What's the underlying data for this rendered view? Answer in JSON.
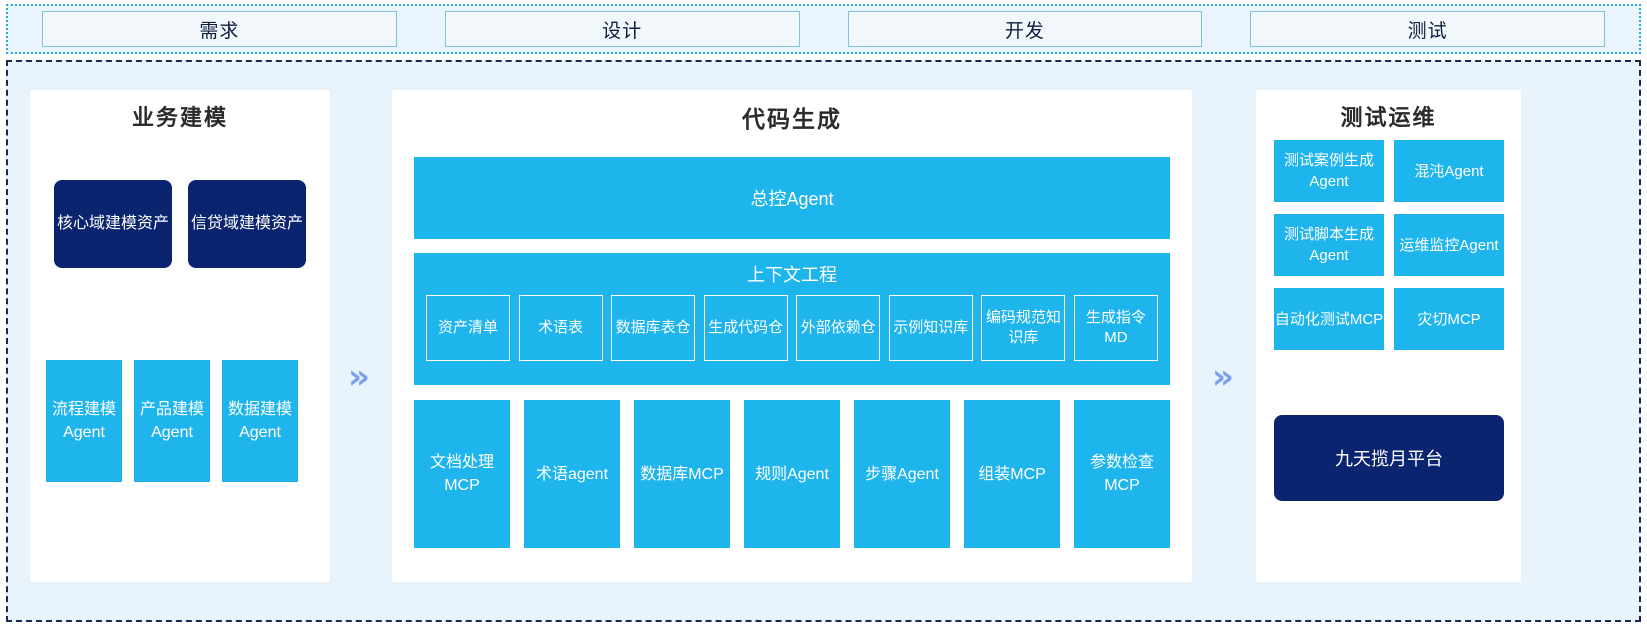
{
  "phases": [
    {
      "label": "需求"
    },
    {
      "label": "设计"
    },
    {
      "label": "开发"
    },
    {
      "label": "测试"
    }
  ],
  "arrows": {
    "glyph": "»",
    "color": "#7b9ff0"
  },
  "colors": {
    "accent_cyan": "#1eb4ec",
    "deep_navy": "#0b2470",
    "page_background": "#e8f3fc",
    "panel_background": "#ffffff",
    "phase_border": "#7fc2dd",
    "arrow_blue": "#7b9ff0"
  },
  "left_panel": {
    "title": "业务建模",
    "assets": [
      {
        "label": "核心域建模资产"
      },
      {
        "label": "信贷域建模资产"
      }
    ],
    "agents": [
      {
        "label": "流程建模Agent"
      },
      {
        "label": "产品建模Agent"
      },
      {
        "label": "数据建模Agent"
      }
    ]
  },
  "center_panel": {
    "title": "代码生成",
    "control_agent": "总控Agent",
    "context": {
      "title": "上下文工程",
      "items": [
        {
          "label": "资产清单"
        },
        {
          "label": "术语表"
        },
        {
          "label": "数据库表仓"
        },
        {
          "label": "生成代码仓"
        },
        {
          "label": "外部依赖仓"
        },
        {
          "label": "示例知识库"
        },
        {
          "label": "编码规范知识库"
        },
        {
          "label": "生成指令MD"
        }
      ]
    },
    "mcp_items": [
      {
        "label": "文档处理MCP"
      },
      {
        "label": "术语agent"
      },
      {
        "label": "数据库MCP"
      },
      {
        "label": "规则Agent"
      },
      {
        "label": "步骤Agent"
      },
      {
        "label": "组装MCP"
      },
      {
        "label": "参数检查MCP"
      }
    ]
  },
  "right_panel": {
    "title": "测试运维",
    "boxes": [
      {
        "label": "测试案例生成Agent"
      },
      {
        "label": "混沌Agent"
      },
      {
        "label": "测试脚本生成Agent"
      },
      {
        "label": "运维监控Agent"
      },
      {
        "label": "自动化测试MCP"
      },
      {
        "label": "灾切MCP"
      }
    ],
    "platform": "九天揽月平台"
  }
}
